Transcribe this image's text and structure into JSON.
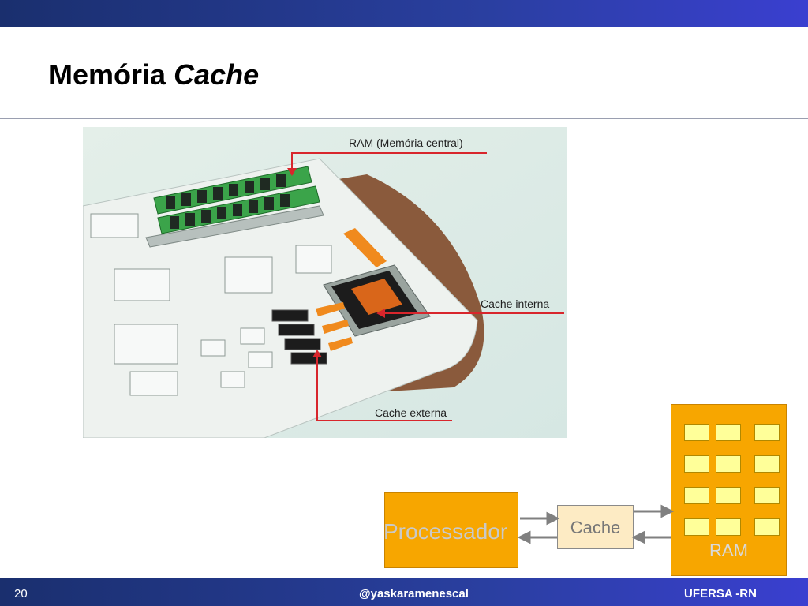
{
  "slide": {
    "title_main": "Memória",
    "title_italic": "Cache",
    "page_number": "20",
    "footer_center": "@yaskaramenescal",
    "footer_right": "UFERSA -RN"
  },
  "photo": {
    "callouts": {
      "ram": "RAM (Memória central)",
      "cache_interna": "Cache interna",
      "cache_externa": "Cache externa"
    }
  },
  "diagram": {
    "processor_label": "Processador",
    "cache_label": "Cache",
    "ram_label": "RAM"
  },
  "colors": {
    "accent_orange": "#f7a600",
    "cache_fill": "#fdebc4",
    "ram_cell": "#ffff99",
    "callout_red": "#d8262c",
    "bar_blue": "#2a3fa0"
  }
}
